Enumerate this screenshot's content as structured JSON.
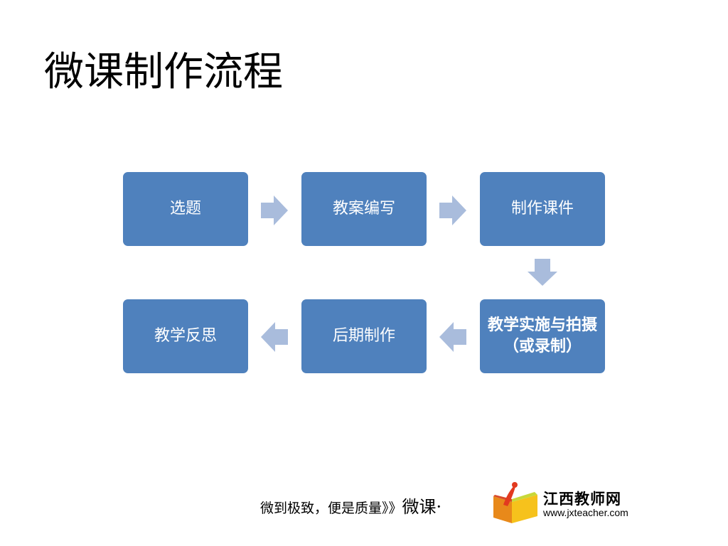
{
  "slide": {
    "title": "微课制作流程",
    "steps": [
      "选题",
      "教案编写",
      "制作课件",
      "教学实施与拍摄（或录制）",
      "后期制作",
      "教学反思"
    ],
    "box_color": "#4f81bd",
    "arrow_color": "#a9bcdc"
  },
  "footer": {
    "slogan": "微到极致，便是质量》》",
    "slogan_end": "微课·",
    "logo_name": "江西教师网",
    "logo_url": "www.jxteacher.com"
  }
}
